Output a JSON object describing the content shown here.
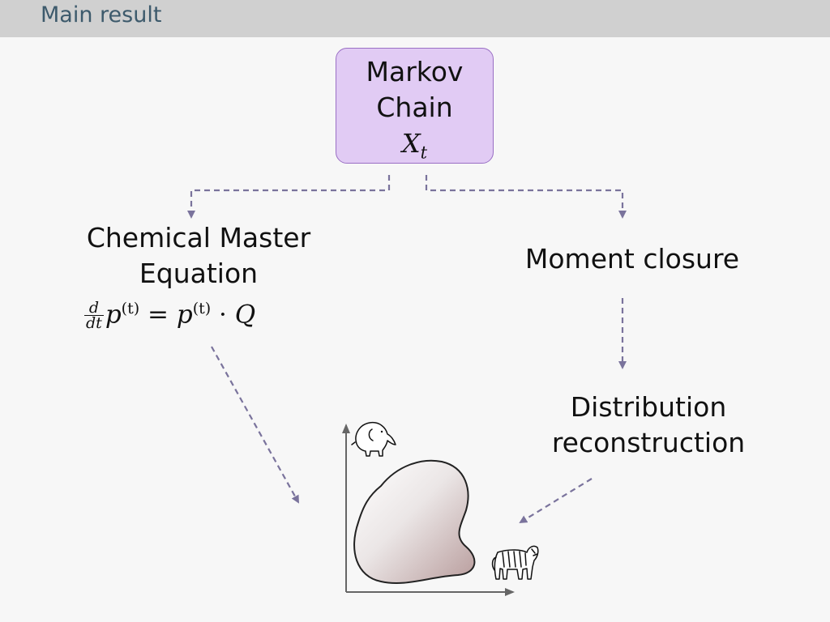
{
  "header": {
    "title": "Main result"
  },
  "diagram": {
    "markov_chain": {
      "line1": "Markov",
      "line2": "Chain",
      "variable": "X",
      "variable_subscript": "t"
    },
    "chemical_master_equation": {
      "line1": "Chemical Master",
      "line2": "Equation",
      "equation": {
        "frac_num": "d",
        "frac_den": "dt",
        "lhs_var": "p",
        "sup": "(t)",
        "equals": " = ",
        "rhs_var": "p",
        "dot": " · ",
        "matrix": "Q"
      }
    },
    "moment_closure": {
      "label": "Moment closure"
    },
    "distribution_reconstruction": {
      "line1": "Distribution",
      "line2": "reconstruction"
    },
    "colors": {
      "arrow": "#7a739c",
      "markov_fill": "#e1cbf4",
      "markov_border": "#9a6fc4",
      "header_bg": "#d0d0d0",
      "header_text": "#3d5a6c"
    },
    "icons": [
      "elephant-icon",
      "tiger-icon"
    ]
  }
}
